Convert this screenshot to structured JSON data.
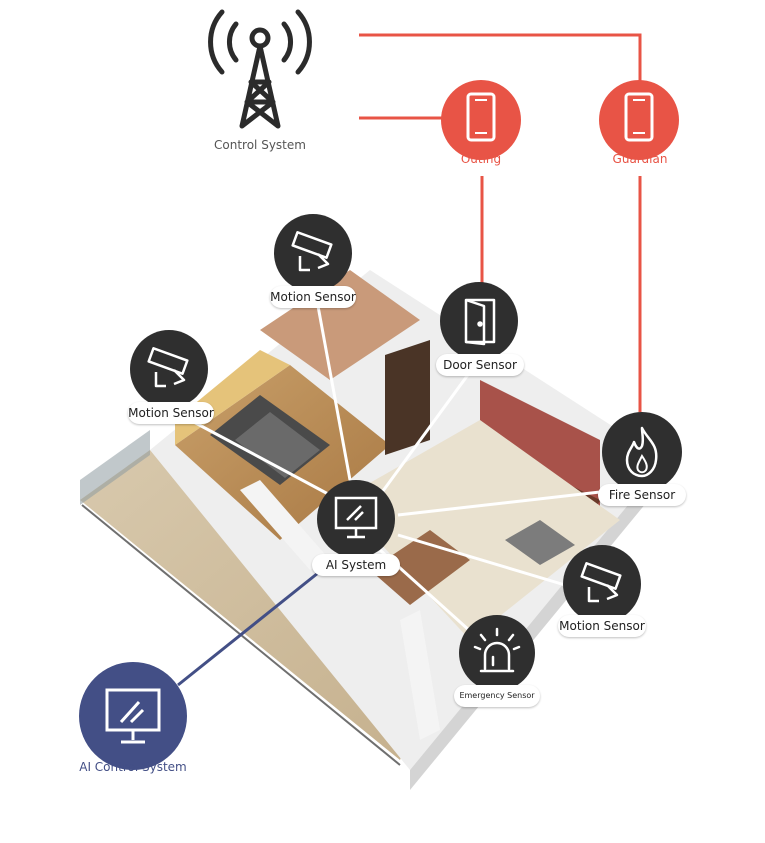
{
  "colors": {
    "accent_red": "#e85446",
    "dark_node": "#2f2f2f",
    "navy": "#434f86",
    "line_white": "#ffffff",
    "caption_gray": "#555555"
  },
  "control_system": {
    "label": "Control System",
    "icon": "antenna-tower-icon"
  },
  "outing": {
    "label": "Outing",
    "icon": "smartphone-icon"
  },
  "guardian": {
    "label": "Guardian",
    "icon": "smartphone-icon"
  },
  "ai_control_system": {
    "label": "AI Control System",
    "icon": "monitor-icon"
  },
  "ai_system": {
    "label": "AI System",
    "icon": "monitor-icon"
  },
  "sensors": {
    "motion_top": {
      "label": "Motion Sensor",
      "icon": "cctv-camera-icon"
    },
    "motion_left": {
      "label": "Motion Sensor",
      "icon": "cctv-camera-icon"
    },
    "motion_right": {
      "label": "Motion Sensor",
      "icon": "cctv-camera-icon"
    },
    "door": {
      "label": "Door Sensor",
      "icon": "door-icon"
    },
    "fire": {
      "label": "Fire Sensor",
      "icon": "flame-icon"
    },
    "emergency": {
      "label": "Emergency Sensor",
      "icon": "siren-icon"
    }
  }
}
